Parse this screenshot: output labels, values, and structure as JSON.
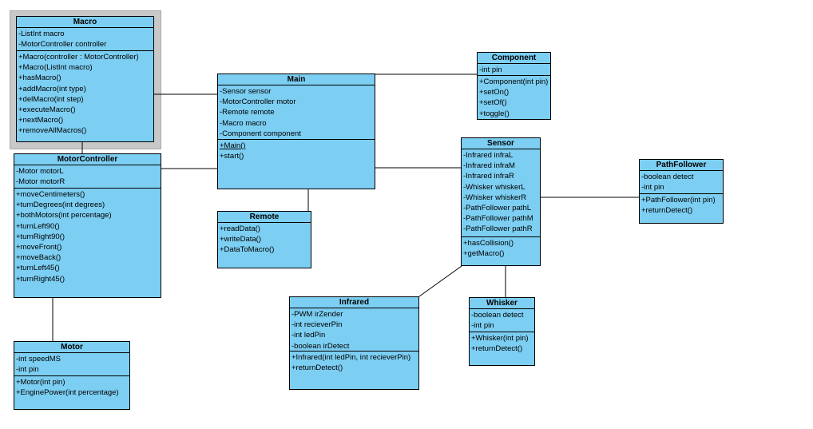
{
  "diagram": {
    "title": "Robot UML class diagram",
    "classes": [
      {
        "name": "Macro",
        "selected": true,
        "attributes": [
          "-ListInt macro",
          "-MotorController controller"
        ],
        "methods": [
          "+Macro(controller : MotorController)",
          "+Macro(ListInt macro)",
          "+hasMacro()",
          "+addMacro(int type)",
          "+delMacro(int step)",
          "+executeMacro()",
          "+nextMacro()",
          "+removeAllMacros()"
        ]
      },
      {
        "name": "MotorController",
        "selected": false,
        "attributes": [
          "-Motor motorL",
          "-Motor motorR"
        ],
        "methods": [
          "+moveCentimeters()",
          "+turnDegrees(int degrees)",
          "+bothMotors(int percentage)",
          "+turnLeft90()",
          "+turnRight90()",
          "+moveFront()",
          "+moveBack()",
          "+turnLeft45()",
          "+turnRight45()"
        ]
      },
      {
        "name": "Motor",
        "selected": false,
        "attributes": [
          "-int speedMS",
          "-int pin"
        ],
        "methods": [
          "+Motor(int pin)",
          "+EnginePower(int percentage)"
        ]
      },
      {
        "name": "Main",
        "selected": false,
        "attributes": [
          "-Sensor sensor",
          "-MotorController motor",
          "-Remote remote",
          "-Macro macro",
          "-Component component"
        ],
        "methods": [
          {
            "text": "+Main()",
            "underline": true
          },
          "+start()"
        ]
      },
      {
        "name": "Remote",
        "selected": false,
        "attributes": [],
        "methods": [
          "+readData()",
          "+writeData()",
          "+DataToMacro()"
        ]
      },
      {
        "name": "Component",
        "selected": false,
        "attributes": [
          "-int pin"
        ],
        "methods": [
          "+Component(int pin)",
          "+setOn()",
          "+setOf()",
          "+toggle()"
        ]
      },
      {
        "name": "Sensor",
        "selected": false,
        "attributes": [
          "-Infrared infraL",
          "-Infrared infraM",
          "-Infrared infraR",
          "-Whisker whiskerL",
          "-Whisker whiskerR",
          "-PathFollower pathL",
          "-PathFollower pathM",
          "-PathFollower pathR"
        ],
        "methods": [
          "+hasCollision()",
          "+getMacro()"
        ]
      },
      {
        "name": "PathFollower",
        "selected": false,
        "attributes": [
          "-boolean detect",
          "-int pin"
        ],
        "methods": [
          "+PathFollower(int pin)",
          "+returnDetect()"
        ]
      },
      {
        "name": "Infrared",
        "selected": false,
        "attributes": [
          "-PWM irZender",
          "-int recieverPin",
          "-int ledPin",
          "-boolean irDetect"
        ],
        "methods": [
          "+Infrared(int ledPin, int recieverPin)",
          "+returnDetect()"
        ]
      },
      {
        "name": "Whisker",
        "selected": false,
        "attributes": [
          "-boolean detect",
          "-int pin"
        ],
        "methods": [
          "+Whisker(int pin)",
          "+returnDetect()"
        ]
      }
    ],
    "relations": [
      {
        "from": "Macro",
        "to": "Main"
      },
      {
        "from": "Macro",
        "to": "MotorController"
      },
      {
        "from": "MotorController",
        "to": "Main"
      },
      {
        "from": "MotorController",
        "to": "Motor"
      },
      {
        "from": "Main",
        "to": "Remote"
      },
      {
        "from": "Main",
        "to": "Component"
      },
      {
        "from": "Main",
        "to": "Sensor"
      },
      {
        "from": "Sensor",
        "to": "PathFollower"
      },
      {
        "from": "Sensor",
        "to": "Infrared"
      },
      {
        "from": "Sensor",
        "to": "Whisker"
      }
    ]
  },
  "colors": {
    "class_fill": "#7ccef2",
    "class_border": "#000000",
    "selection_frame": "#c8c8c8",
    "background": "#ffffff",
    "line": "#000000"
  }
}
